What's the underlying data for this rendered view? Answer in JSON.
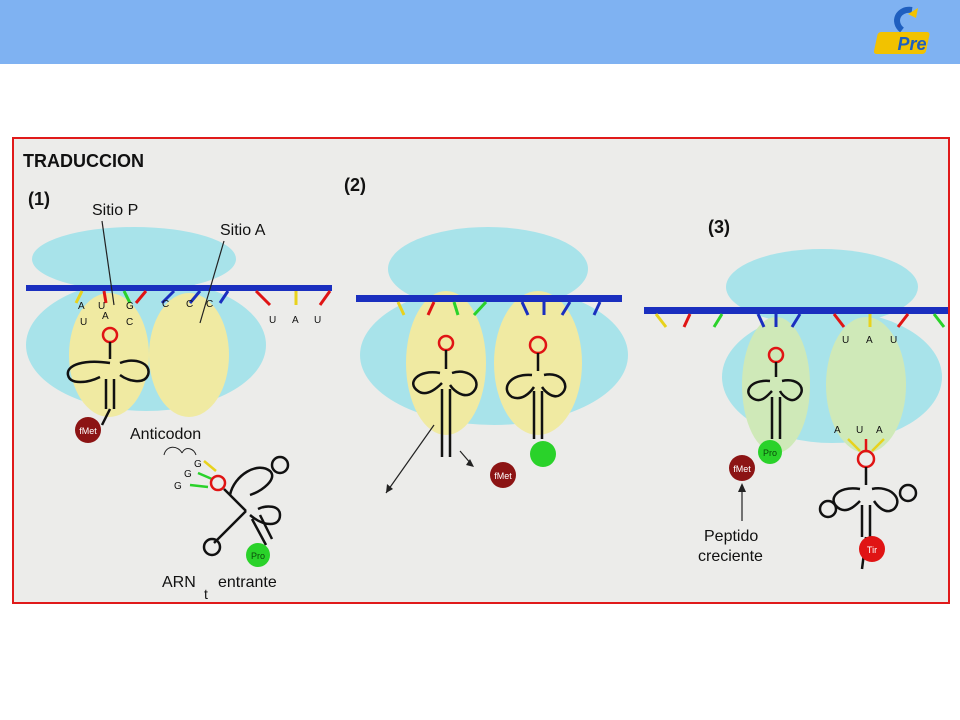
{
  "logo": {
    "text": "Pre",
    "icon": "logo-pre-icon",
    "color_primary": "#1f5fbf",
    "color_accent": "#f2c200"
  },
  "diagram": {
    "title": "TRADUCCION",
    "steps": [
      "(1)",
      "(2)",
      "(3)"
    ],
    "labels": {
      "sitio_p": "Sitio P",
      "sitio_a": "Sitio A",
      "anticodon": "Anticodon",
      "arnt": "ARN",
      "arnt_sub": "t",
      "arnt_suffix": "entrante",
      "peptido_1": "Peptido",
      "peptido_2": "creciente"
    },
    "codons": {
      "step1_p": [
        "A",
        "U",
        "G"
      ],
      "step1_p_anti": [
        "U",
        "A",
        "C"
      ],
      "step1_a": [
        "C",
        "C",
        "C"
      ],
      "step1_next": [
        "U",
        "A",
        "U"
      ],
      "step1_incoming_anti": [
        "G",
        "G",
        "G"
      ],
      "step3_a": [
        "U",
        "A",
        "U"
      ],
      "step3_anti": [
        "A",
        "U",
        "A"
      ]
    },
    "amino_acids": {
      "fmet": "fMet",
      "pro": "Pro",
      "tir": "Tir"
    },
    "colors": {
      "border": "#e01a1a",
      "header": "#7fb2f2",
      "ribosome": "#a8e3ea",
      "site": "#f0eaa2",
      "mrna": "#1a2fbf",
      "fmet": "#8c1414",
      "pro": "#2ad22a",
      "tir": "#e01414"
    }
  }
}
